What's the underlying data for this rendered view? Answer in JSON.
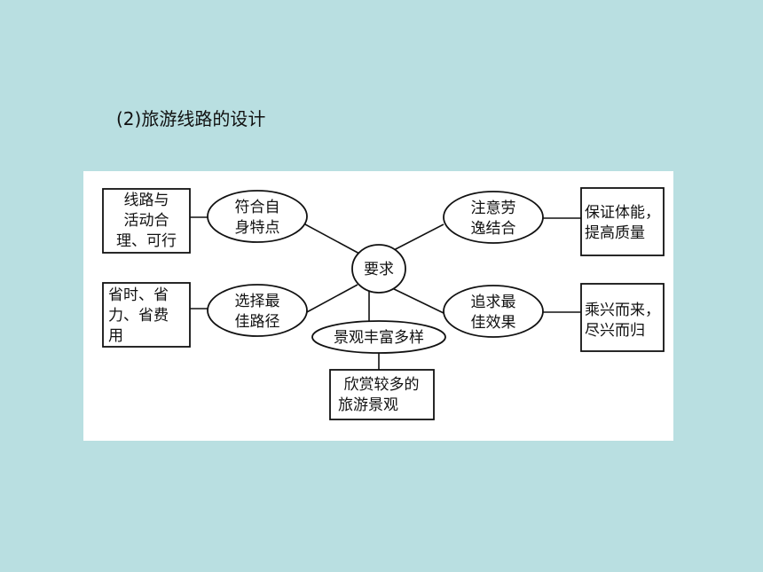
{
  "heading": "(2)旅游线路的设计",
  "diagram": {
    "center": "要求",
    "requirements": [
      {
        "lines": [
          "符合自",
          "身特点"
        ],
        "detail": [
          "线路与",
          "活动合",
          "理、可行"
        ]
      },
      {
        "lines": [
          "选择最",
          "佳路径"
        ],
        "detail": [
          "省时、省",
          "力、省费",
          "用"
        ]
      },
      {
        "lines": [
          "景观丰富多样"
        ],
        "detail": [
          "欣赏较多的",
          "旅游景观"
        ]
      },
      {
        "lines": [
          "注意劳",
          "逸结合"
        ],
        "detail": [
          "保证体能，",
          "提高质量"
        ]
      },
      {
        "lines": [
          "追求最",
          "佳效果"
        ],
        "detail": [
          "乘兴而来，",
          "尽兴而归"
        ]
      }
    ]
  }
}
